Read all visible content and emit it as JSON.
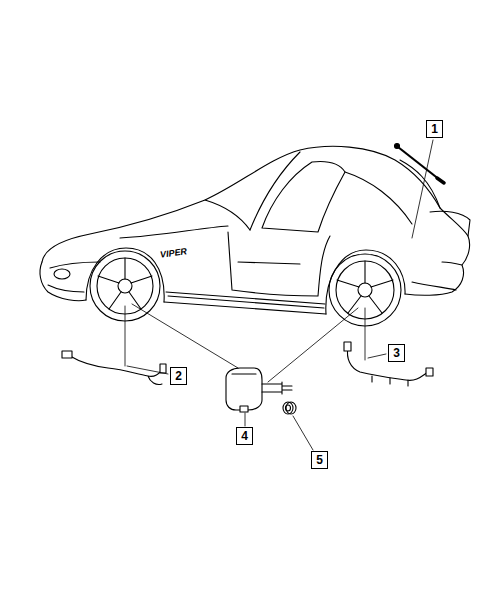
{
  "diagram": {
    "nodes": [
      {
        "text": [
          "1"
        ]
      },
      {
        "text": [
          "2"
        ]
      },
      {
        "text": [
          "3"
        ]
      },
      {
        "text": [
          "4"
        ]
      },
      {
        "text": [
          "5"
        ]
      }
    ],
    "labels": [
      "VIPER"
    ]
  }
}
